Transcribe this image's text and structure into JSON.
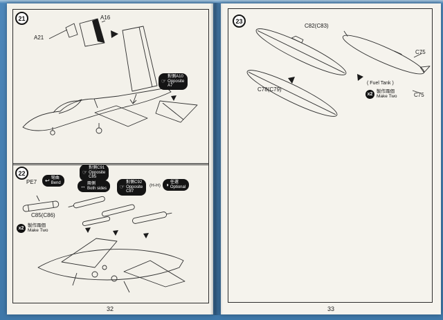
{
  "pages": {
    "left": {
      "page_number": "32",
      "step21": {
        "step_number": "21",
        "label_a21": "A21",
        "label_a16": "A16",
        "opposite_badge": {
          "zh": "對側A10",
          "en1": "Opposite",
          "en2": "A7"
        }
      },
      "step22": {
        "step_number": "22",
        "label_pe7": "PE7",
        "bend_badge": {
          "zh": "彎曲",
          "en": "Bend"
        },
        "opposite_c91_badge": {
          "zh": "對側C91",
          "en1": "Opposite",
          "en2": "C85"
        },
        "both_sides_badge": {
          "zh": "兩側",
          "en": "Both sides"
        },
        "opposite_c92_badge": {
          "zh": "對側C92",
          "en1": "Opposite",
          "en2": "C87"
        },
        "hh_label": "(H-H)",
        "optional_badge": {
          "zh": "任選",
          "en": "Optional"
        },
        "label_c85": "C85(C86)",
        "make_two": {
          "count": "x2",
          "zh": "製作兩個",
          "en": "Make Two"
        }
      }
    },
    "right": {
      "page_number": "33",
      "step23": {
        "step_number": "23",
        "label_c82": "C82(C83)",
        "label_c78": "C78(C79)",
        "label_c75_top": "C75",
        "label_c75_bottom": "C75",
        "fuel_tank_label": "( Fuel Tank )",
        "make_two": {
          "count": "x2",
          "zh": "製作兩個",
          "en": "Make Two"
        }
      }
    }
  }
}
